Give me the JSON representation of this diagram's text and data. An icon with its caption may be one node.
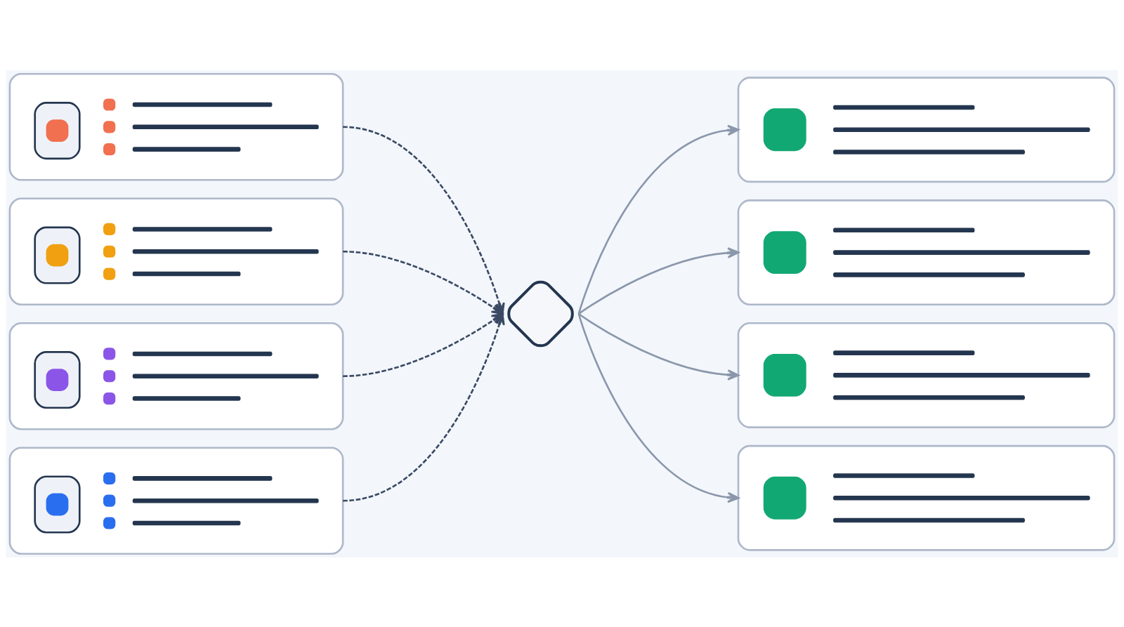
{
  "diagram": {
    "nodes": [
      {
        "text": [],
        "shape": "box"
      },
      {
        "text": [],
        "shape": "box"
      },
      {
        "text": [],
        "shape": "box"
      },
      {
        "text": [],
        "shape": "box"
      },
      {
        "text": [],
        "shape": "diamond"
      },
      {
        "text": [],
        "shape": "box"
      },
      {
        "text": [],
        "shape": "box"
      },
      {
        "text": [],
        "shape": "box"
      },
      {
        "text": [],
        "shape": "box"
      }
    ],
    "edges": [
      {
        "from": 0,
        "to": 4,
        "arrow": "to",
        "style": "dashed"
      },
      {
        "from": 1,
        "to": 4,
        "arrow": "to",
        "style": "dashed"
      },
      {
        "from": 2,
        "to": 4,
        "arrow": "to",
        "style": "dashed"
      },
      {
        "from": 3,
        "to": 4,
        "arrow": "to",
        "style": "dashed"
      },
      {
        "from": 4,
        "to": 5,
        "arrow": "to",
        "color": "#8a97ab"
      },
      {
        "from": 4,
        "to": 6,
        "arrow": "to",
        "color": "#8a97ab"
      },
      {
        "from": 4,
        "to": 7,
        "arrow": "to",
        "color": "#8a97ab"
      },
      {
        "from": 4,
        "to": 8,
        "arrow": "to",
        "color": "#8a97ab"
      }
    ]
  }
}
